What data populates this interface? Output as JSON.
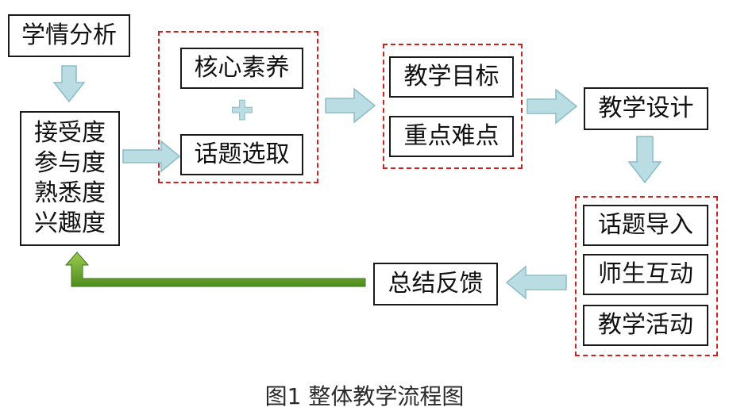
{
  "diagram": {
    "nodes": {
      "learner_analysis": "学情分析",
      "metrics": [
        "接受度",
        "参与度",
        "熟悉度",
        "兴趣度"
      ],
      "core_literacy": "核心素养",
      "plus_symbol": "✚",
      "topic_selection": "话题选取",
      "teaching_goals": "教学目标",
      "key_difficulties": "重点难点",
      "teaching_design": "教学设计",
      "topic_intro": "话题导入",
      "teacher_student_interaction": "师生互动",
      "teaching_activities": "教学活动",
      "summary_feedback": "总结反馈"
    },
    "caption": "图1 整体教学流程图",
    "colors": {
      "box_border": "#1a1a1a",
      "dashed_group": "#d21f1f",
      "arrow_fill": "#b9dde3",
      "arrow_stroke": "#8cbcc6",
      "feedback_arrow": "#5e9a2a"
    }
  }
}
